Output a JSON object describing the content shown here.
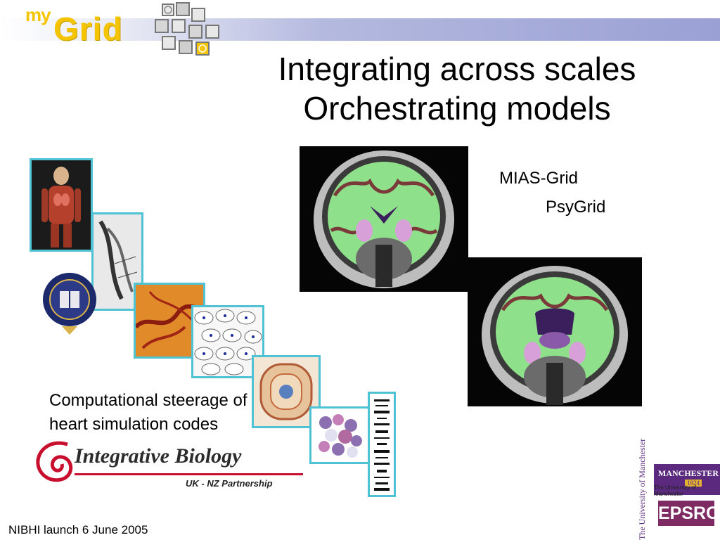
{
  "logo": {
    "prefix": "my",
    "name": "Grid"
  },
  "title": {
    "line1": "Integrating across scales",
    "line2": "Orchestrating models"
  },
  "labels": {
    "mias": "MIAS-Grid",
    "psy": "PsyGrid"
  },
  "caption": {
    "line1": "Computational steerage of",
    "line2": "heart simulation codes"
  },
  "ib_logo": {
    "name": "Integrative Biology",
    "subtitle": "UK - NZ Partnership"
  },
  "manchester": {
    "name": "MANCHESTER",
    "year": "1824",
    "full": "The University of Manchester",
    "vertical": "The University of Manchester"
  },
  "epsrc": {
    "name": "EPSRC"
  },
  "footer": {
    "text": "NIBHI launch 6 June 2005"
  },
  "colors": {
    "accent": "#4fc3d3",
    "logo_yellow": "#f5c400",
    "band": "#9aa0d4",
    "manchester_purple": "#5b2a7e",
    "epsrc": "#7e2a63"
  }
}
